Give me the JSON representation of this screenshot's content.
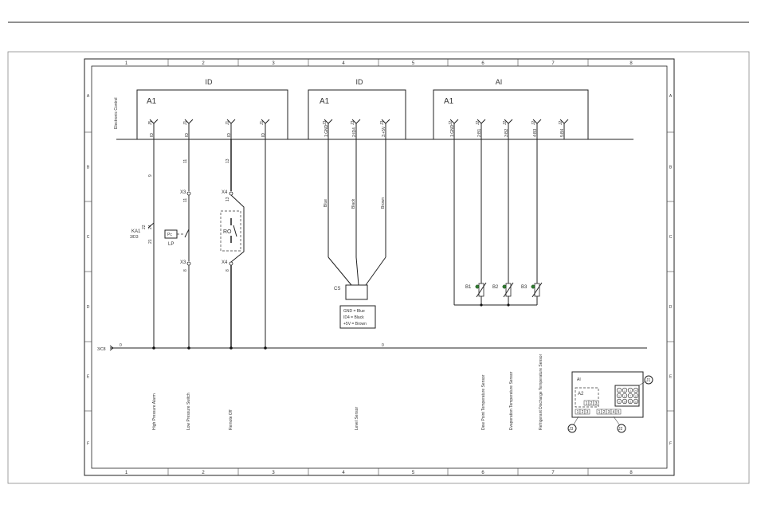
{
  "columns": [
    "1",
    "2",
    "3",
    "4",
    "5",
    "6",
    "7",
    "8"
  ],
  "rows": [
    "A",
    "B",
    "C",
    "D",
    "E",
    "F"
  ],
  "modules": [
    {
      "title": "ID",
      "name": "A1"
    },
    {
      "title": "ID",
      "name": "A1"
    },
    {
      "title": "AI",
      "name": "A1"
    }
  ],
  "electronic_control_label": "Electronic Control",
  "terminals": {
    "id1": [
      {
        "conn": "J5",
        "pin": "ID"
      },
      {
        "conn": "J1",
        "pin": "ID"
      },
      {
        "conn": "J1",
        "pin": "ID"
      },
      {
        "conn": "J1",
        "pin": "ID"
      }
    ],
    "id2": [
      {
        "conn": "J3",
        "pin": "1:GND"
      },
      {
        "conn": "J3",
        "pin": "2:ID4"
      },
      {
        "conn": "J3",
        "pin": "3:+5V"
      }
    ],
    "ai": [
      {
        "conn": "J2",
        "pin": "1:GND"
      },
      {
        "conn": "J2",
        "pin": "2:B1"
      },
      {
        "conn": "J2",
        "pin": "3:B2"
      },
      {
        "conn": "J2",
        "pin": "4:B3"
      },
      {
        "conn": "J2",
        "pin": "5:B4"
      }
    ]
  },
  "wire_numbers": {
    "w1": "9",
    "w2": "11",
    "w3": "13"
  },
  "components": {
    "ka1": "KA1",
    "ka1_ref": "3/D3",
    "ka1_pin_top": "22",
    "ka1_pin_top2": "24",
    "ka1_pin_bottom": "21",
    "pressure_switch": "Pc",
    "lp": "LP",
    "x3": "X3",
    "x4": "X4",
    "x3_top_pin": "11",
    "x3_bottom_pin": "8",
    "x4_top_pin": "13",
    "x4_bottom_pin": "8",
    "ro": "RO",
    "cs": "CS",
    "b1": "B1",
    "b2": "B2",
    "b3": "B3"
  },
  "cable_colors": [
    "Blue",
    "Black",
    "Brown"
  ],
  "cs_legend": [
    "GND = Blue",
    "ID4 = Black",
    "+5V = Brown"
  ],
  "bus": {
    "ref": "3/C8",
    "left_label": "0",
    "mid_label": "0"
  },
  "descriptions": [
    "High Pressure Alarm",
    "Low Pressure Switch",
    "Remote Off",
    "Level Sensor",
    "Dew Point Temperature Sensor",
    "Evaporation Temperature Sensor",
    "Refrigerant Discharge Temperature Sensor"
  ],
  "inset": {
    "title": "AI",
    "a2_label": "A2",
    "a2_pins": [
      "1",
      "2",
      "3"
    ],
    "j3_pins": [
      "1",
      "2",
      "3"
    ],
    "j2_pins": [
      "1",
      "2",
      "3",
      "4",
      "5"
    ],
    "grid_pins": [
      "1",
      "2",
      "3",
      "4",
      "5",
      "6",
      "7",
      "8",
      "9",
      "10",
      "11",
      "12"
    ],
    "callouts": [
      "J1",
      "J3",
      "J2"
    ]
  }
}
